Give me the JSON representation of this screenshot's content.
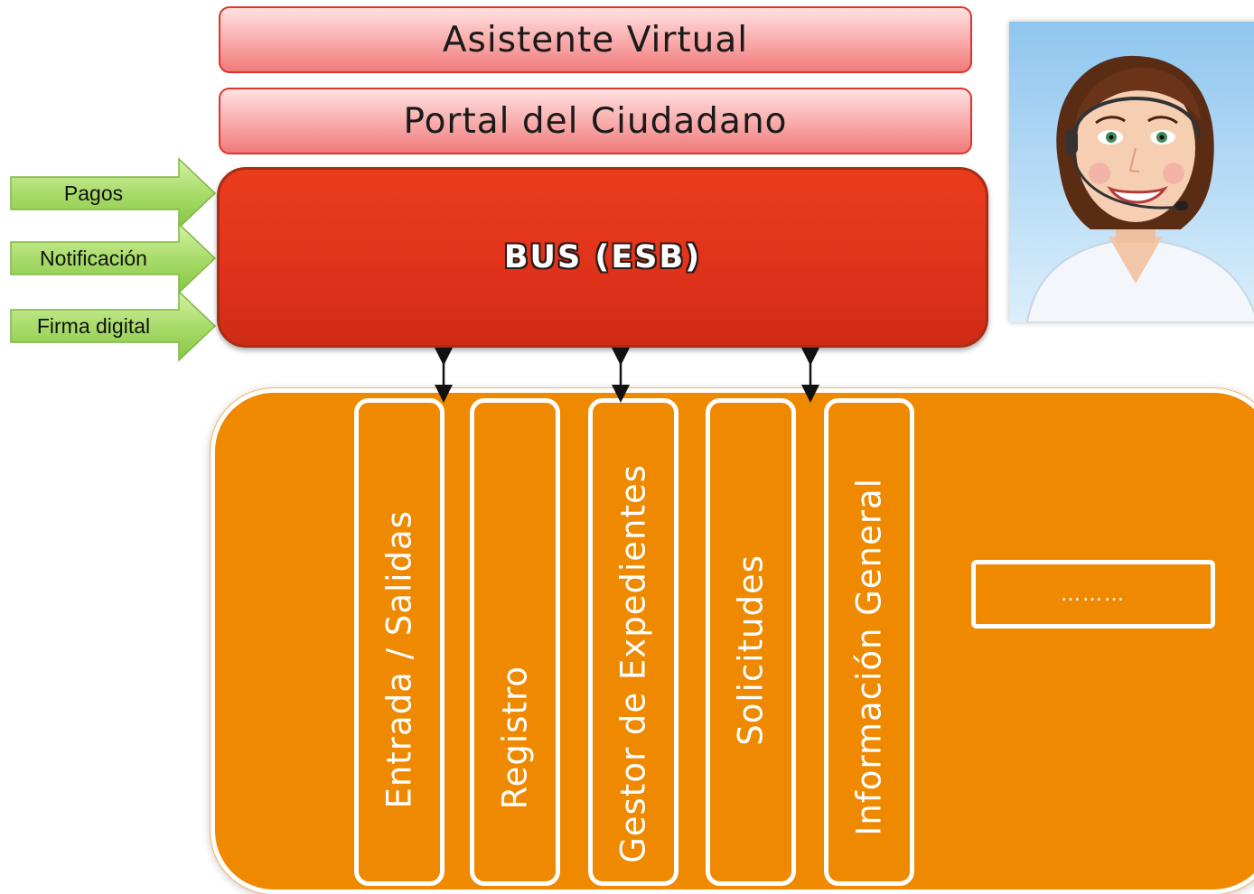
{
  "layers": {
    "asistente": "Asistente Virtual",
    "portal": "Portal del Ciudadano"
  },
  "bus": {
    "label": "BUS (ESB)"
  },
  "side_services": [
    "Pagos",
    "Notificación",
    "Firma digital"
  ],
  "modules": [
    "Entrada / Salidas",
    "Registro",
    "Gestor de Expedientes",
    "Solicitudes",
    "Información General"
  ],
  "more": "………",
  "colors": {
    "bus": "#e0321a",
    "backend": "#ee8900",
    "layer": "#f9a9a9",
    "side_arrow": "#9bd45a"
  },
  "icons": {
    "agent": "virtual-assistant-avatar-icon"
  }
}
